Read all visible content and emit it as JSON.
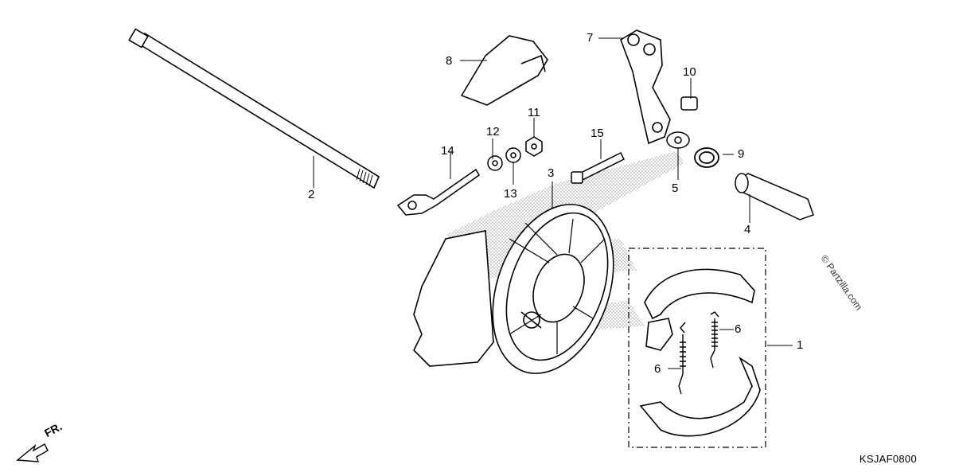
{
  "diagram": {
    "code": "KSJAF0800",
    "watermark": "© Partzilla.com",
    "direction_label": "FR.",
    "callouts": [
      {
        "id": "1",
        "label": "1"
      },
      {
        "id": "2",
        "label": "2"
      },
      {
        "id": "3",
        "label": "3"
      },
      {
        "id": "4",
        "label": "4"
      },
      {
        "id": "5",
        "label": "5"
      },
      {
        "id": "6a",
        "label": "6"
      },
      {
        "id": "6b",
        "label": "6"
      },
      {
        "id": "7",
        "label": "7"
      },
      {
        "id": "8",
        "label": "8"
      },
      {
        "id": "9",
        "label": "9"
      },
      {
        "id": "10",
        "label": "10"
      },
      {
        "id": "11",
        "label": "11"
      },
      {
        "id": "12",
        "label": "12"
      },
      {
        "id": "13",
        "label": "13"
      },
      {
        "id": "14",
        "label": "14"
      },
      {
        "id": "15",
        "label": "15"
      }
    ]
  }
}
